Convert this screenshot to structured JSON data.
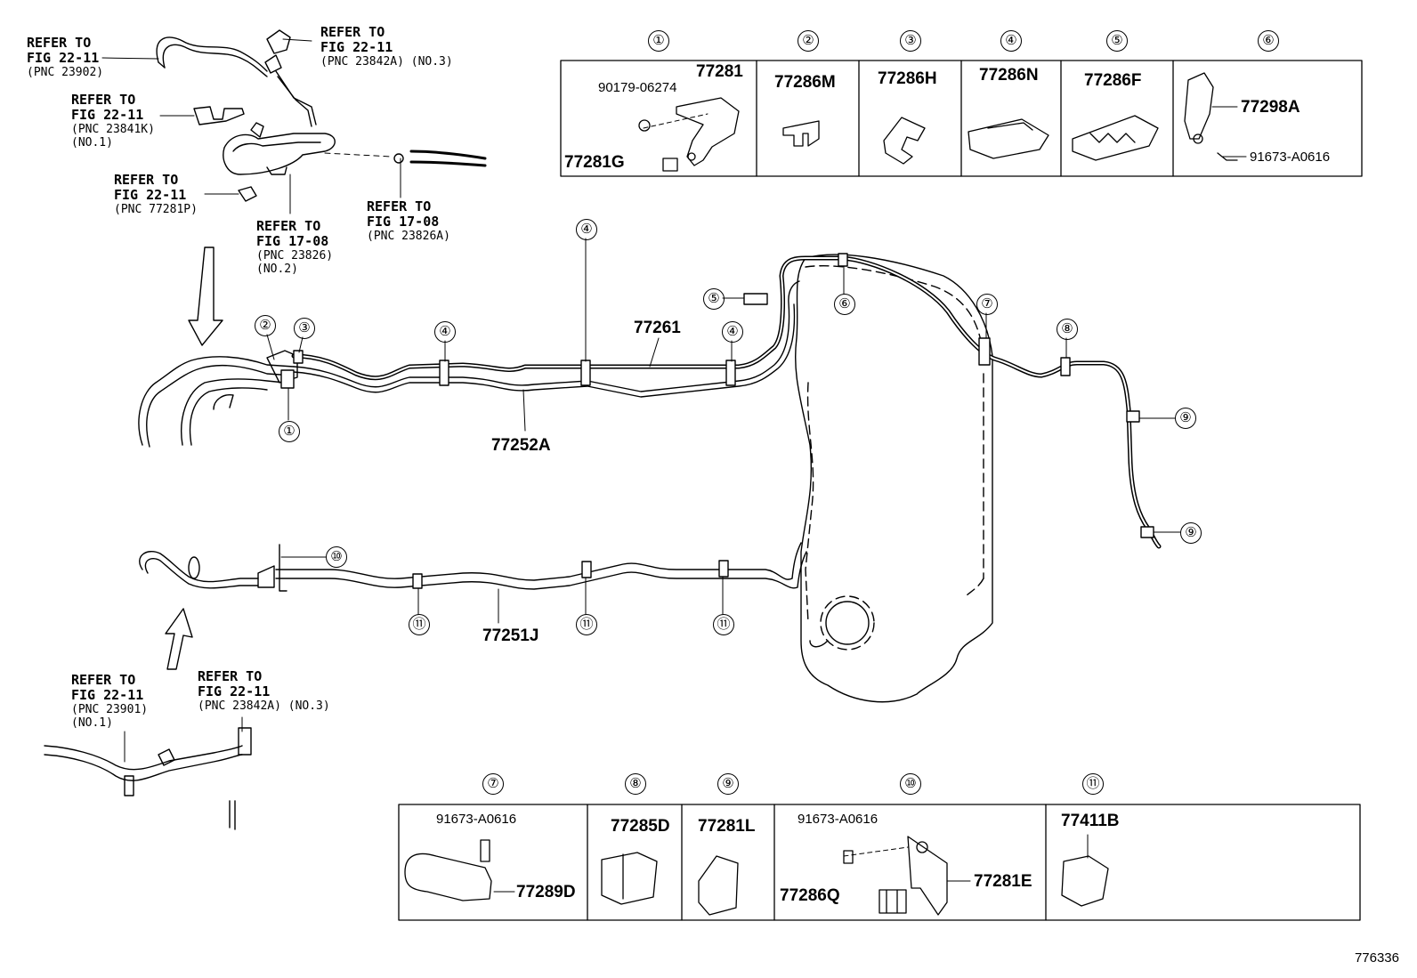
{
  "refs": [
    {
      "id": "r1",
      "l1": "REFER TO",
      "l2": "FIG 22-11",
      "pnc": "(PNC 23902)",
      "no": ""
    },
    {
      "id": "r2",
      "l1": "REFER TO",
      "l2": "FIG 22-11",
      "pnc": "(PNC 23842A)",
      "no": "(NO.3)"
    },
    {
      "id": "r3",
      "l1": "REFER TO",
      "l2": "FIG 22-11",
      "pnc": "(PNC 23841K)",
      "no": "(NO.1)"
    },
    {
      "id": "r4",
      "l1": "REFER TO",
      "l2": "FIG 22-11",
      "pnc": "(PNC 77281P)",
      "no": ""
    },
    {
      "id": "r5",
      "l1": "REFER TO",
      "l2": "FIG 17-08",
      "pnc": "(PNC 23826)",
      "no": "(NO.2)"
    },
    {
      "id": "r6",
      "l1": "REFER TO",
      "l2": "FIG 17-08",
      "pnc": "(PNC 23826A)",
      "no": ""
    },
    {
      "id": "r7",
      "l1": "REFER TO",
      "l2": "FIG 22-11",
      "pnc": "(PNC 23901)",
      "no": "(NO.1)"
    },
    {
      "id": "r8",
      "l1": "REFER TO",
      "l2": "FIG 22-11",
      "pnc": "(PNC 23842A)",
      "no": "(NO.3)"
    }
  ],
  "top_table": [
    {
      "num": "①",
      "parts": [
        "77281",
        "90179-06274",
        "77281G"
      ]
    },
    {
      "num": "②",
      "parts": [
        "77286M"
      ]
    },
    {
      "num": "③",
      "parts": [
        "77286H"
      ]
    },
    {
      "num": "④",
      "parts": [
        "77286N"
      ]
    },
    {
      "num": "⑤",
      "parts": [
        "77286F"
      ]
    },
    {
      "num": "⑥",
      "parts": [
        "77298A",
        "91673-A0616"
      ]
    }
  ],
  "bottom_table": [
    {
      "num": "⑦",
      "parts": [
        "91673-A0616",
        "77289D"
      ]
    },
    {
      "num": "⑧",
      "parts": [
        "77285D"
      ]
    },
    {
      "num": "⑨",
      "parts": [
        "77281L"
      ]
    },
    {
      "num": "⑩",
      "parts": [
        "91673-A0616",
        "77281E",
        "77286Q"
      ]
    },
    {
      "num": "⑪",
      "parts": [
        "77411B"
      ]
    }
  ],
  "main_parts": {
    "p1": "77261",
    "p2": "77252A",
    "p3": "77251J"
  },
  "callouts": {
    "c1": "①",
    "c2": "②",
    "c3": "③",
    "c4": "④",
    "c5": "⑤",
    "c6": "⑥",
    "c7": "⑦",
    "c8": "⑧",
    "c9": "⑨",
    "c10": "⑩",
    "c11": "⑪"
  },
  "illustration_id": "776336"
}
